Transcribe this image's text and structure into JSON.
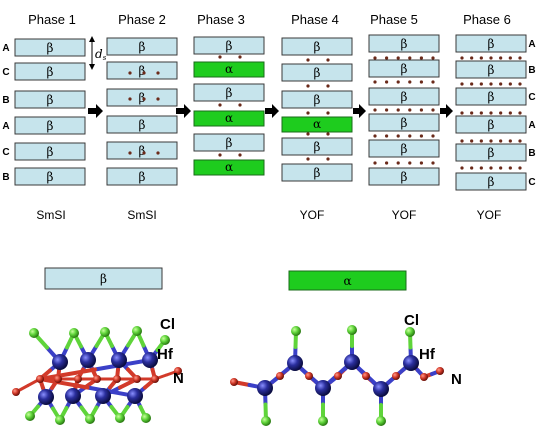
{
  "phases": [
    {
      "title": "Phase 1",
      "type_label": "SmSI",
      "layers": [
        "β",
        "β",
        "β",
        "β",
        "β",
        "β"
      ],
      "left_labels": [
        "A",
        "C",
        "B",
        "A",
        "C",
        "B"
      ]
    },
    {
      "title": "Phase 2",
      "type_label": "SmSI",
      "layers": [
        "β",
        "β",
        "β",
        "β",
        "β",
        "β"
      ]
    },
    {
      "title": "Phase 3",
      "type_label": "",
      "layers": [
        "β",
        "α",
        "β",
        "α",
        "β",
        "α"
      ]
    },
    {
      "title": "Phase 4",
      "type_label": "YOF",
      "layers": [
        "β",
        "β",
        "β",
        "α",
        "β",
        "β"
      ]
    },
    {
      "title": "Phase 5",
      "type_label": "YOF",
      "layers": [
        "β",
        "β",
        "β",
        "β",
        "β",
        "β"
      ]
    },
    {
      "title": "Phase 6",
      "type_label": "YOF",
      "layers": [
        "β",
        "β",
        "β",
        "β",
        "β",
        "β"
      ],
      "right_labels": [
        "A",
        "B",
        "C",
        "A",
        "B",
        "C"
      ]
    }
  ],
  "spacing_label": "d",
  "spacing_subscript": "s",
  "legend": {
    "beta": "β",
    "alpha": "α"
  },
  "atom_labels": {
    "cl": "Cl",
    "hf": "Hf",
    "n": "N"
  },
  "colors": {
    "beta_fill": "#c6e4ec",
    "beta_stroke": "#3a3a3a",
    "alpha_fill": "#1ecc1e",
    "alpha_stroke": "#1a6b1a",
    "hf_atom": "#2b2f9e",
    "cl_atom": "#5fd43a",
    "n_atom": "#d23a2a",
    "dot": "#6b2a1a"
  }
}
